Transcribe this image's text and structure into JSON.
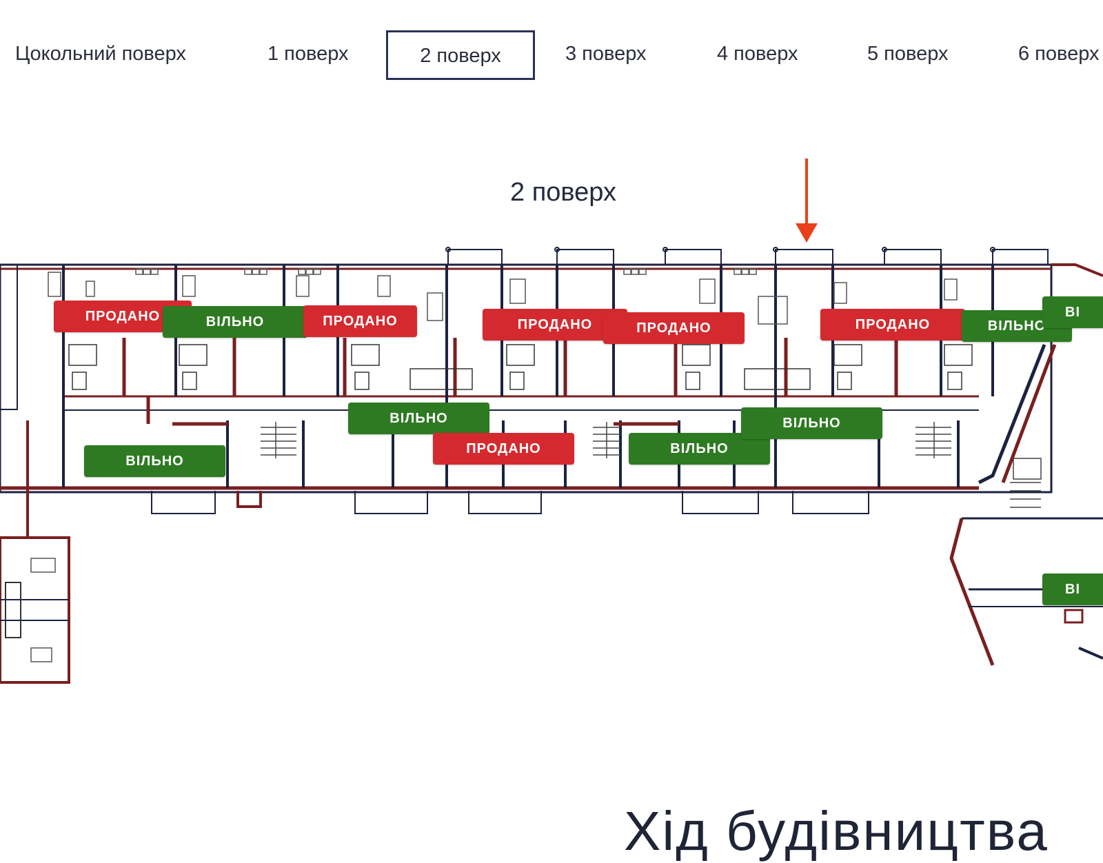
{
  "tabs": [
    {
      "label": "Цокольний поверх",
      "active": false
    },
    {
      "label": "1 поверх",
      "active": false
    },
    {
      "label": "2 поверх",
      "active": true
    },
    {
      "label": "3 поверх",
      "active": false
    },
    {
      "label": "4 поверх",
      "active": false
    },
    {
      "label": "5 поверх",
      "active": false
    },
    {
      "label": "6 поверх",
      "active": false
    }
  ],
  "floor_title": "2 поверх",
  "status_labels": {
    "sold": "ПРОДАНО",
    "free": "ВІЛЬНО",
    "free_cut": "ВІ"
  },
  "apartments": [
    {
      "status": "sold"
    },
    {
      "status": "free"
    },
    {
      "status": "sold"
    },
    {
      "status": "sold"
    },
    {
      "status": "sold"
    },
    {
      "status": "sold"
    },
    {
      "status": "free"
    },
    {
      "status": "free"
    },
    {
      "status": "free"
    },
    {
      "status": "sold"
    },
    {
      "status": "free"
    },
    {
      "status": "free"
    },
    {
      "status": "free"
    },
    {
      "status": "free"
    }
  ],
  "footer_title": "Хід будівництва",
  "colors": {
    "sold": "#d42a2f",
    "free": "#2e7a22",
    "wall_dark": "#1c2240",
    "wall_red": "#7a1f1f",
    "arrow": "#e8401c"
  },
  "icons": {
    "arrow": "down-arrow-icon"
  }
}
